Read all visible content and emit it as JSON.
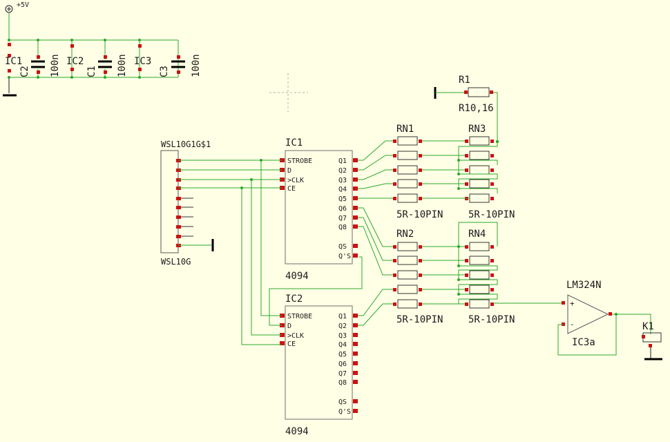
{
  "power": {
    "vcc_label": "+5V"
  },
  "decoupling": [
    {
      "ic": "IC1",
      "cap": "C2",
      "value": "100n"
    },
    {
      "ic": "IC2",
      "cap": "C1",
      "value": "100n"
    },
    {
      "ic": "IC3",
      "cap": "C3",
      "value": "100n"
    }
  ],
  "connector": {
    "name": "WSL10G1G$1",
    "value": "WSL10G"
  },
  "ic1": {
    "name": "IC1",
    "type": "4094",
    "left_pins": [
      "STROBE",
      "D",
      ">CLK",
      "CE"
    ],
    "right_pins": [
      "Q1",
      "Q2",
      "Q3",
      "Q4",
      "Q5",
      "Q6",
      "Q7",
      "Q8",
      "QS",
      "Q'S"
    ]
  },
  "ic2": {
    "name": "IC2",
    "type": "4094",
    "left_pins": [
      "STROBE",
      "D",
      ">CLK",
      "CE"
    ],
    "right_pins": [
      "Q1",
      "Q2",
      "Q3",
      "Q4",
      "Q5",
      "Q6",
      "Q7",
      "Q8",
      "QS",
      "Q'S"
    ]
  },
  "r1": {
    "name": "R1",
    "value": "R10,16"
  },
  "networks": [
    {
      "name": "RN1",
      "value": "5R-10PIN"
    },
    {
      "name": "RN3",
      "value": "5R-10PIN"
    },
    {
      "name": "RN2",
      "value": "5R-10PIN"
    },
    {
      "name": "RN4",
      "value": "5R-10PIN"
    }
  ],
  "opamp": {
    "type": "LM324N",
    "name": "IC3a",
    "plus": "+",
    "minus": "-"
  },
  "k1": {
    "name": "K1"
  }
}
